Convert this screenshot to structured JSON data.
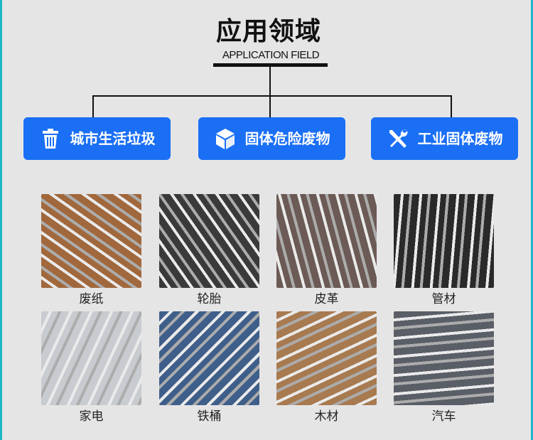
{
  "header": {
    "title": "应用领域",
    "subtitle": "APPLICATION FIELD"
  },
  "categories": [
    {
      "label": "城市生活垃圾",
      "icon": "trash-icon"
    },
    {
      "label": "固体危险废物",
      "icon": "cube-icon"
    },
    {
      "label": "工业固体废物",
      "icon": "tools-icon"
    }
  ],
  "items": [
    {
      "label": "废纸",
      "color": "#a0683c"
    },
    {
      "label": "轮胎",
      "color": "#3a3a3a"
    },
    {
      "label": "皮革",
      "color": "#6b5a55"
    },
    {
      "label": "管材",
      "color": "#2a2a2a"
    },
    {
      "label": "家电",
      "color": "#c8ccd0"
    },
    {
      "label": "铁桶",
      "color": "#3f5f8a"
    },
    {
      "label": "木材",
      "color": "#a87a50"
    },
    {
      "label": "汽车",
      "color": "#5a5e66"
    }
  ]
}
